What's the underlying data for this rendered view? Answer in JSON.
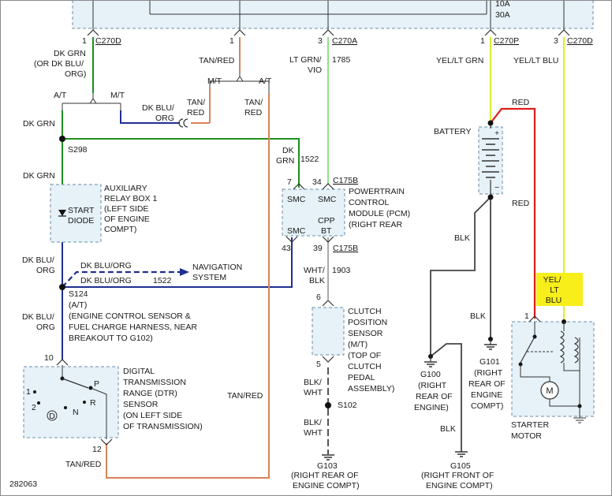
{
  "figure_id": "282063",
  "top_box": {
    "fuse_line1": "10A",
    "fuse_line2": "30A"
  },
  "connector_pins": {
    "c270d_left": {
      "pin": "1",
      "conn": "C270D"
    },
    "c270_mid": {
      "pin": "1",
      "conn": ""
    },
    "c270a": {
      "pin": "3",
      "conn": "C270A"
    },
    "c270p": {
      "pin": "1",
      "conn": "C270P"
    },
    "c270d_right": {
      "pin": "3",
      "conn": "C270D"
    },
    "c175b_top": {
      "pin": "34",
      "conn": "C175B",
      "pin_left": "7"
    },
    "c175b_bottom": {
      "pin": "39",
      "conn": "C175B",
      "pin_left": "43"
    }
  },
  "wires": {
    "dk_grn_top_1": "DK GRN",
    "dk_grn_top_2": "(OR DK BLU/",
    "dk_grn_top_3": "ORG)",
    "tan_red_top": "TAN/RED",
    "lt_grn_vio_1": "LT GRN/",
    "lt_grn_vio_2": "VIO",
    "circuit_1785": "1785",
    "yel_lt_grn": "YEL/LT GRN",
    "yel_lt_blu": "YEL/LT BLU",
    "at_left": "A/T",
    "mt_left": "M/T",
    "mt_right": "M/T",
    "at_right": "A/T",
    "dk_blu_org_1": "DK BLU/",
    "dk_blu_org_2": "ORG",
    "tan_red_left_1": "TAN/",
    "tan_red_left_2": "RED",
    "tan_red_right_1": "TAN/",
    "tan_red_right_2": "RED",
    "dk_grn_s298": "DK GRN",
    "dk_grn_pcm_1": "DK",
    "dk_grn_pcm_2": "GRN",
    "circuit_1522_top": "1522",
    "dk_grn_relay": "DK GRN",
    "dk_blu_org_left_1": "DK BLU/",
    "dk_blu_org_left_2": "ORG",
    "dk_blu_org_nav": "DK BLU/ORG",
    "dk_blu_org_bottom": "DK BLU/ORG",
    "circuit_1522_bottom": "1522",
    "dk_blu_org_dtr_1": "DK BLU/",
    "dk_blu_org_dtr_2": "ORG",
    "wht_blk_1": "WHT/",
    "wht_blk_2": "BLK",
    "circuit_1903": "1903",
    "blk_wht_a_1": "BLK/",
    "blk_wht_a_2": "WHT",
    "blk_wht_b_1": "BLK/",
    "blk_wht_b_2": "WHT",
    "tan_red_long": "TAN/RED",
    "tan_red_bottom": "TAN/RED",
    "red_top": "RED",
    "red_mid": "RED",
    "blk_battery": "BLK",
    "blk_g101": "BLK",
    "blk_g105": "BLK",
    "yel_lt_blu_hl_1": "YEL/",
    "yel_lt_blu_hl_2": "LT",
    "yel_lt_blu_hl_3": "BLU"
  },
  "splices": {
    "s298": "S298",
    "s124": "S124",
    "s124_sub": "(A/T)",
    "s102": "S102"
  },
  "aux_relay": {
    "inner_1": "START",
    "inner_2": "DIODE",
    "lines": [
      "AUXILIARY",
      "RELAY BOX 1",
      "(LEFT SIDE",
      "OF ENGINE",
      "COMPT)"
    ]
  },
  "pcm": {
    "smc_tl": "SMC",
    "smc_tr": "SMC",
    "cpp": "CPP",
    "smc_bl": "SMC",
    "bt": "BT",
    "lines": [
      "POWERTRAIN",
      "CONTROL",
      "MODULE (PCM)",
      "(RIGHT REAR"
    ]
  },
  "harness_note": [
    "(ENGINE CONTROL SENSOR &",
    "FUEL CHARGE HARNESS, NEAR",
    "BREAKOUT TO G102)"
  ],
  "navigation": [
    "NAVIGATION",
    "SYSTEM"
  ],
  "dtr": {
    "pin_top": "10",
    "pin_bottom": "12",
    "pos_1": "1",
    "pos_2": "2",
    "pos_d": "D",
    "pos_p": "P",
    "pos_r": "R",
    "pos_n": "N",
    "lines": [
      "DIGITAL",
      "TRANSMISSION",
      "RANGE (DTR)",
      "SENSOR",
      "(ON LEFT SIDE",
      "OF TRANSMISSION)"
    ]
  },
  "clutch": {
    "pin_top": "6",
    "pin_bottom": "5",
    "lines": [
      "CLUTCH",
      "POSITION",
      "SENSOR",
      "(M/T)",
      "(TOP OF",
      "CLUTCH",
      "PEDAL",
      "ASSEMBLY)"
    ]
  },
  "battery": {
    "label": "BATTERY",
    "plus": "+",
    "minus": "−"
  },
  "grounds": {
    "g100": [
      "G100",
      "(RIGHT",
      "REAR OF",
      "ENGINE)"
    ],
    "g101": [
      "G101",
      "(RIGHT",
      "REAR OF",
      "ENGINE",
      "COMPT)"
    ],
    "g103": [
      "G103",
      "(RIGHT REAR OF",
      "ENGINE COMPT)"
    ],
    "g105": [
      "G105",
      "(RIGHT FRONT OF",
      "ENGINE COMPT)"
    ]
  },
  "starter": {
    "label_1": "STARTER",
    "label_2": "MOTOR",
    "pin": "1",
    "motor": "M"
  },
  "colors": {
    "dk_grn": "#1e8f1e",
    "dk_blu": "#1f2f8f",
    "tan_red": "#d9835a",
    "lt_grn": "#8fe08f",
    "yellow_green": "#ddee33",
    "red": "#e31b1b",
    "blk": "#333333",
    "gray": "#999999",
    "highlight": "#f7ee1a",
    "box_fill": "#e6f1f8"
  }
}
